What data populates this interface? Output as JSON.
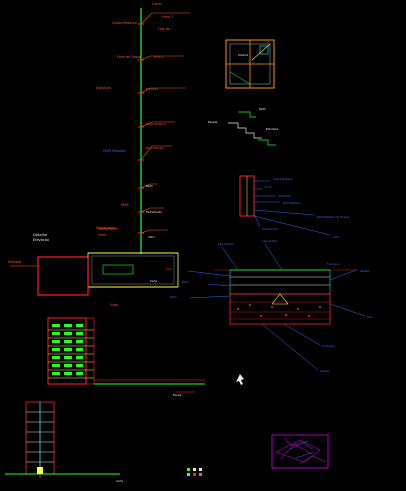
{
  "colors": {
    "background": "#000000",
    "callout_orange": "#ff5a1f",
    "callout_blue": "#3a6bff",
    "green": "#22ff22",
    "red": "#ff2020",
    "yellow": "#ffff3a",
    "white": "#e8e8e8",
    "magenta": "#d800ff",
    "cyan": "#2af2ff",
    "gray": "#8a8a8a"
  },
  "icons": {
    "cursor_icon": "small-cursor-mark",
    "map_thumbnail": "site-plan-thumbnail",
    "legend_squares": "color-legend-squares"
  },
  "labels": {
    "top_callouts": [
      "Canes",
      "Forro 1",
      "Laje de..."
    ],
    "left_tower_callouts": [
      "Chapa Metalica",
      "Forro de Gesso",
      "Estrutura",
      "Perfil Metalico",
      "Perfil",
      "Fechamento",
      "Vidro"
    ],
    "wall_note": "Fachada",
    "detail_box_title": "Detalhe",
    "small_stair_title": "Escada",
    "right_detail_callouts": [
      "Chapa Metalica",
      "Forro",
      "Estrutura",
      "Perfil Metalico",
      "Perfil Metalico de Fixacao",
      "Fechamento",
      "Vidro"
    ],
    "right_blue_labels": [
      "Laje de Piso",
      "Laje de Piso",
      "Vigas",
      "Perfil",
      "Perfil"
    ],
    "bottom_right_callouts": [
      "Fundacao",
      "Sapata",
      "Solo"
    ],
    "bottom_left_caption": "Elevacao",
    "bottom_center_caption": "Corte",
    "bottom_mid_label": "Escala"
  }
}
